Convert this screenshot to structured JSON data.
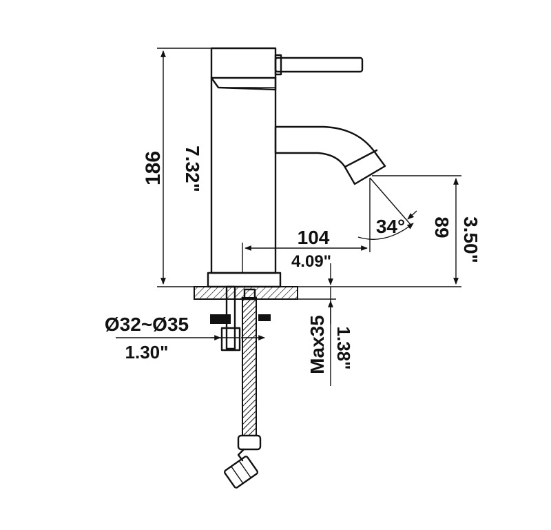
{
  "dimensions": {
    "total_height_mm": "186",
    "total_height_in": "7.32\"",
    "reach_mm": "104",
    "reach_in": "4.09\"",
    "spout_height_mm": "89",
    "spout_height_in": "3.50\"",
    "spout_angle": "34°",
    "hole_diameter_mm": "Ø32~Ø35",
    "hole_diameter_in": "1.30\"",
    "max_deck_mm": "Max35",
    "max_deck_in": "1.38\""
  }
}
